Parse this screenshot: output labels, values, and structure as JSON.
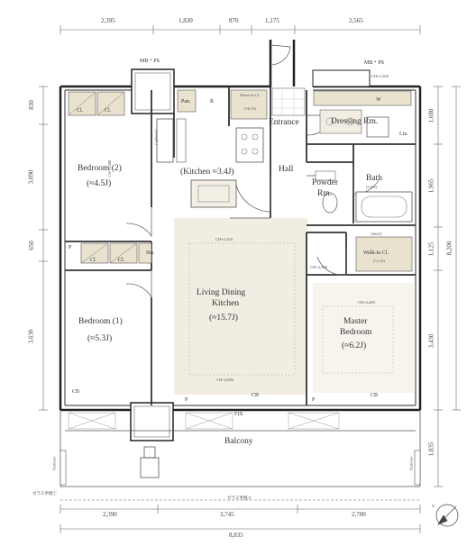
{
  "dimensions": {
    "top": [
      "2,395",
      "1,830",
      "870",
      "1,175",
      "2,565"
    ],
    "bottom": [
      "2,390",
      "3,745",
      "2,700"
    ],
    "bottom_total": "8,835",
    "left": [
      "830",
      "3,090",
      "650",
      "3,630"
    ],
    "right": [
      "1,680",
      "1,965",
      "1,125",
      "3,430"
    ],
    "right_totals": [
      "8,200",
      "1,835"
    ]
  },
  "rooms": {
    "bedroom2": {
      "name": "Bedroom (2)",
      "area": "(≈4.5J)"
    },
    "bedroom1": {
      "name": "Bedroom (1)",
      "area": "(≈5.3J)"
    },
    "kitchen": {
      "label": "(Kitchen ≈3.4J)"
    },
    "ldk": {
      "name1": "Living Dining",
      "name2": "Kitchen",
      "area": "(≈15.7J)"
    },
    "master": {
      "name1": "Master",
      "name2": "Bedroom",
      "area": "(≈6.2J)"
    },
    "entrance": "Entrance",
    "hall": "Hall",
    "powder": {
      "name1": "Powder",
      "name2": "Rm."
    },
    "dressing": "Dressing Rm.",
    "bath": {
      "name": "Bath",
      "size": "(1418)"
    },
    "wic": {
      "name": "Walk-in Cl.",
      "area": "(≈1.2J)"
    },
    "balcony": "Balcony"
  },
  "labels": {
    "mbps_left": "MB・PS",
    "mbps_right": "MB・PS",
    "cl": "Cl.",
    "pan": "Pan.",
    "r": "R",
    "shoes": "Shoes-in Cl.",
    "shoes_area": "(≈0.5J)",
    "cupboard": "Cupboard",
    "sto": "Sto.",
    "lin": "Lin.",
    "w": "W",
    "shelf": "[Shelf]",
    "cb": "CB",
    "p": "P",
    "fix": "FIX",
    "partition": "Partition",
    "glass_rail_left": "ガラス手摺①",
    "glass_rail_right": "ガラス手摺②",
    "ch_ldk": "CH=2,450",
    "ch_br": "CH=2,400",
    "ch_master": "CH=2,400",
    "ch_bottom": "CH=2,680",
    "ch_wic": "CH=2,500",
    "ch_dress": "CH=1,600",
    "north": "N"
  }
}
